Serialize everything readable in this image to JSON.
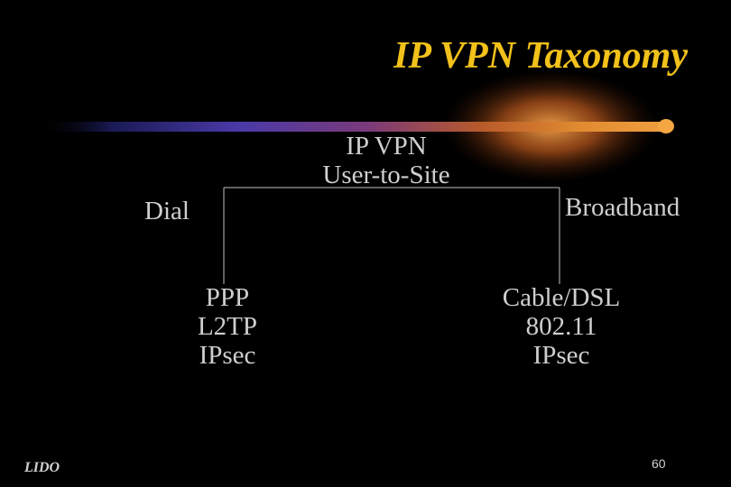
{
  "slide": {
    "title": "IP VPN Taxonomy",
    "footer_logo": "LIDO",
    "slide_number": "60",
    "colors": {
      "background": "#000000",
      "title": "#f2c21b",
      "text": "#cfcfcf",
      "connector": "#bfbfbf"
    }
  },
  "diagram": {
    "root": {
      "line1": "IP VPN",
      "line2": "User-to-Site"
    },
    "branches": [
      {
        "label": "Dial",
        "items": [
          "PPP",
          "L2TP",
          "IPsec"
        ]
      },
      {
        "label": "Broadband",
        "items": [
          "Cable/DSL",
          "802.11",
          "IPsec"
        ]
      }
    ]
  }
}
